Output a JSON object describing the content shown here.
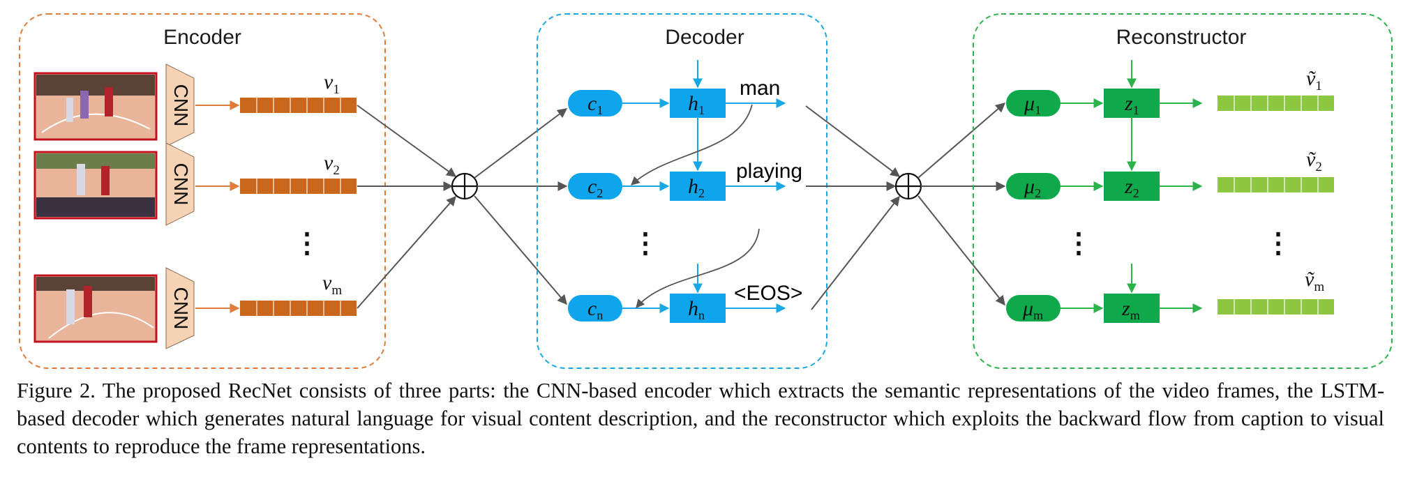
{
  "panels": {
    "encoder": "Encoder",
    "decoder": "Decoder",
    "reconstructor": "Reconstructor"
  },
  "cnn_label": "CNN",
  "encoder_vectors": [
    {
      "base": "v",
      "sub": "1"
    },
    {
      "base": "v",
      "sub": "2"
    },
    {
      "base": "v",
      "sub": "m"
    }
  ],
  "decoder_contexts": [
    {
      "base": "c",
      "sub": "1"
    },
    {
      "base": "c",
      "sub": "2"
    },
    {
      "base": "c",
      "sub": "n"
    }
  ],
  "decoder_hidden": [
    {
      "base": "h",
      "sub": "1"
    },
    {
      "base": "h",
      "sub": "2"
    },
    {
      "base": "h",
      "sub": "n"
    }
  ],
  "decoder_words": [
    "man",
    "playing",
    "<EOS>"
  ],
  "recon_mu": [
    {
      "base": "μ",
      "sub": "1"
    },
    {
      "base": "μ",
      "sub": "2"
    },
    {
      "base": "μ",
      "sub": "m"
    }
  ],
  "recon_z": [
    {
      "base": "z",
      "sub": "1"
    },
    {
      "base": "z",
      "sub": "2"
    },
    {
      "base": "z",
      "sub": "m"
    }
  ],
  "recon_vectors": [
    {
      "base": "ṽ",
      "sub": "1"
    },
    {
      "base": "ṽ",
      "sub": "2"
    },
    {
      "base": "ṽ",
      "sub": "m"
    }
  ],
  "ellipsis": "⋮",
  "fusion_symbol": "⊕",
  "caption": "Figure 2. The proposed RecNet consists of three parts: the CNN-based encoder which extracts the semantic representations of the video frames, the LSTM-based decoder which generates natural language for visual content description, and the reconstructor which exploits the backward flow from caption to visual contents to reproduce the frame representations.",
  "colors": {
    "encoder": "#e07b39",
    "decoder": "#1aa7e6",
    "reconstructor": "#2cb24a",
    "vector_light_green": "#8dc63f",
    "cnn_fill": "#f6d3b4",
    "frame_border": "#c1121f",
    "arrow_gray": "#555555"
  }
}
